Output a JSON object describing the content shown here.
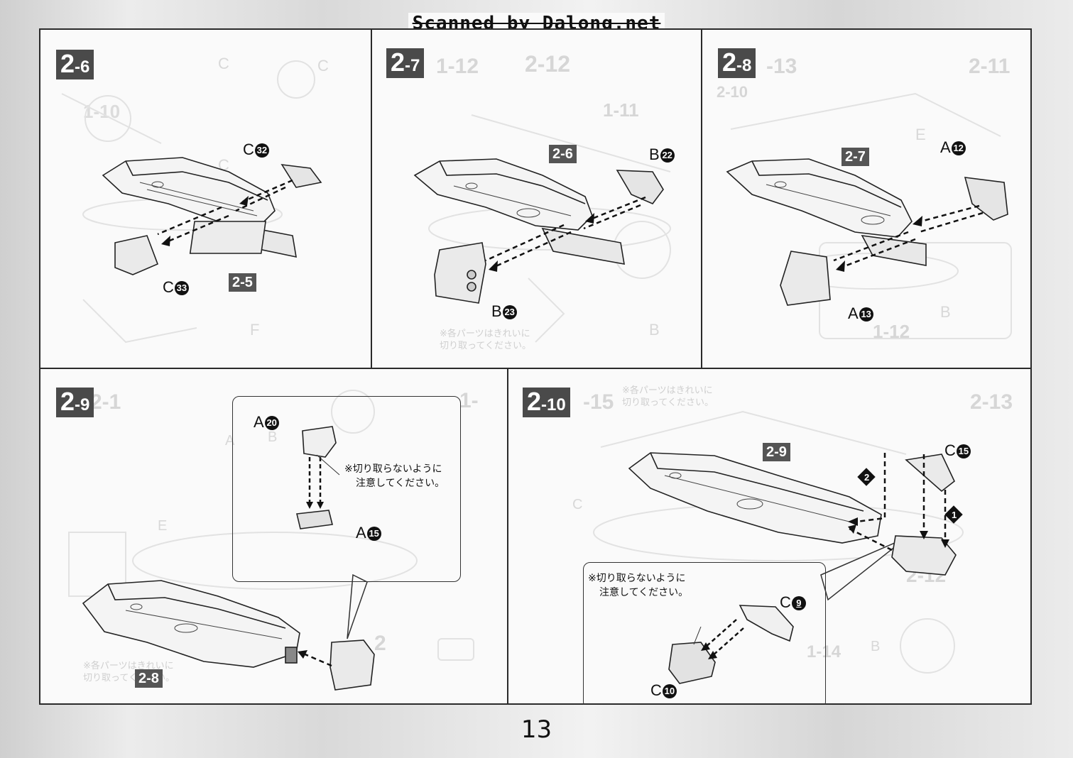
{
  "header": {
    "scan_credit": "Scanned by Dalong.net"
  },
  "page_number": "13",
  "panels": [
    {
      "step": "2-6",
      "refs": [
        "2-5"
      ],
      "parts": [
        {
          "letter": "C",
          "num": "32"
        },
        {
          "letter": "C",
          "num": "33"
        }
      ]
    },
    {
      "step": "2-7",
      "refs": [
        "2-6"
      ],
      "parts": [
        {
          "letter": "B",
          "num": "22"
        },
        {
          "letter": "B",
          "num": "23"
        }
      ]
    },
    {
      "step": "2-8",
      "refs": [
        "2-7"
      ],
      "parts": [
        {
          "letter": "A",
          "num": "12"
        },
        {
          "letter": "A",
          "num": "13"
        }
      ]
    },
    {
      "step": "2-9",
      "refs": [
        "2-8"
      ],
      "parts": [
        {
          "letter": "A",
          "num": "20"
        },
        {
          "letter": "A",
          "num": "15"
        }
      ],
      "note_line1": "※切り取らないように",
      "note_line2": "注意してください。"
    },
    {
      "step": "2-10",
      "refs": [
        "2-9"
      ],
      "parts": [
        {
          "letter": "C",
          "num": "15"
        },
        {
          "letter": "C",
          "num": "9"
        },
        {
          "letter": "C",
          "num": "10"
        }
      ],
      "order_marks": [
        "1",
        "2"
      ],
      "note_line1": "※切り取らないように",
      "note_line2": "注意してください。"
    }
  ],
  "ghost_text": {
    "p2_6": [
      "1-10",
      "C",
      "C",
      "C",
      "F"
    ],
    "p2_7": [
      "1-12",
      "2-12",
      "1-11",
      "B",
      "※各パーツはきれいに",
      "切り取ってください。"
    ],
    "p2_8": [
      "-13",
      "2-10",
      "2-11",
      "E",
      "B",
      "1-12"
    ],
    "p2_9": [
      "1-",
      "2-1",
      "B",
      "A",
      "E",
      "2",
      "※各パーツはきれいに",
      "切り取ってください。"
    ],
    "p2_10": [
      "-15",
      "2-13",
      "2-12",
      "C",
      "C",
      "B",
      "1-14",
      "※各パーツはきれいに",
      "切り取ってください。"
    ]
  }
}
